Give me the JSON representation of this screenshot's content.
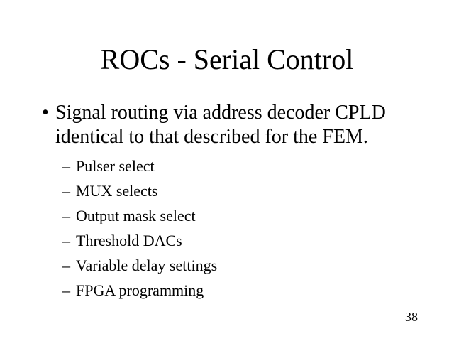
{
  "slide": {
    "title": "ROCs - Serial Control",
    "bullet": {
      "marker": "•",
      "lines": [
        "Signal routing via address decoder CPLD",
        "identical to that described for the FEM."
      ]
    },
    "sub_marker": "–",
    "sub_bullets": [
      "Pulser select",
      "MUX selects",
      "Output mask select",
      "Threshold DACs",
      "Variable delay settings",
      "FPGA programming"
    ],
    "page_number": "38",
    "colors": {
      "background": "#ffffff",
      "text": "#000000"
    }
  }
}
